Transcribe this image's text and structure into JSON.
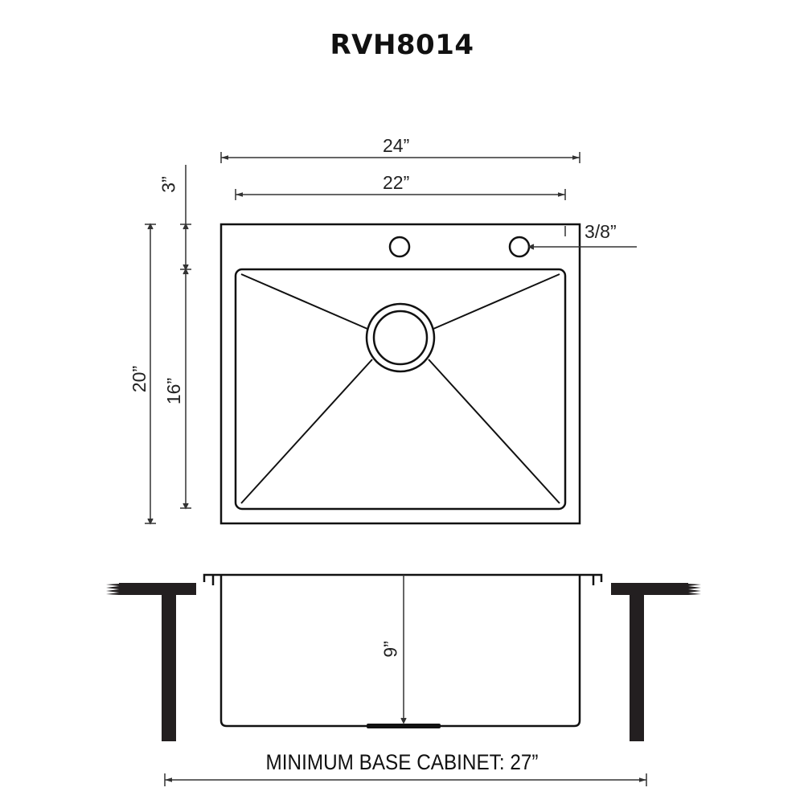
{
  "title": "RVH8014",
  "top_view": {
    "overall_width": "24”",
    "bowl_width": "22”",
    "deck_depth": "3”",
    "overall_depth": "20”",
    "bowl_depth_front_to_back": "16”",
    "faucet_hole": "3/8”"
  },
  "side_view": {
    "bowl_depth": "9”",
    "minimum_base_cabinet": "MINIMUM BASE CABINET: 27”"
  },
  "colors": {
    "line": "#111111",
    "dim_line": "#333333",
    "counter": "#231f20",
    "background": "#ffffff"
  }
}
